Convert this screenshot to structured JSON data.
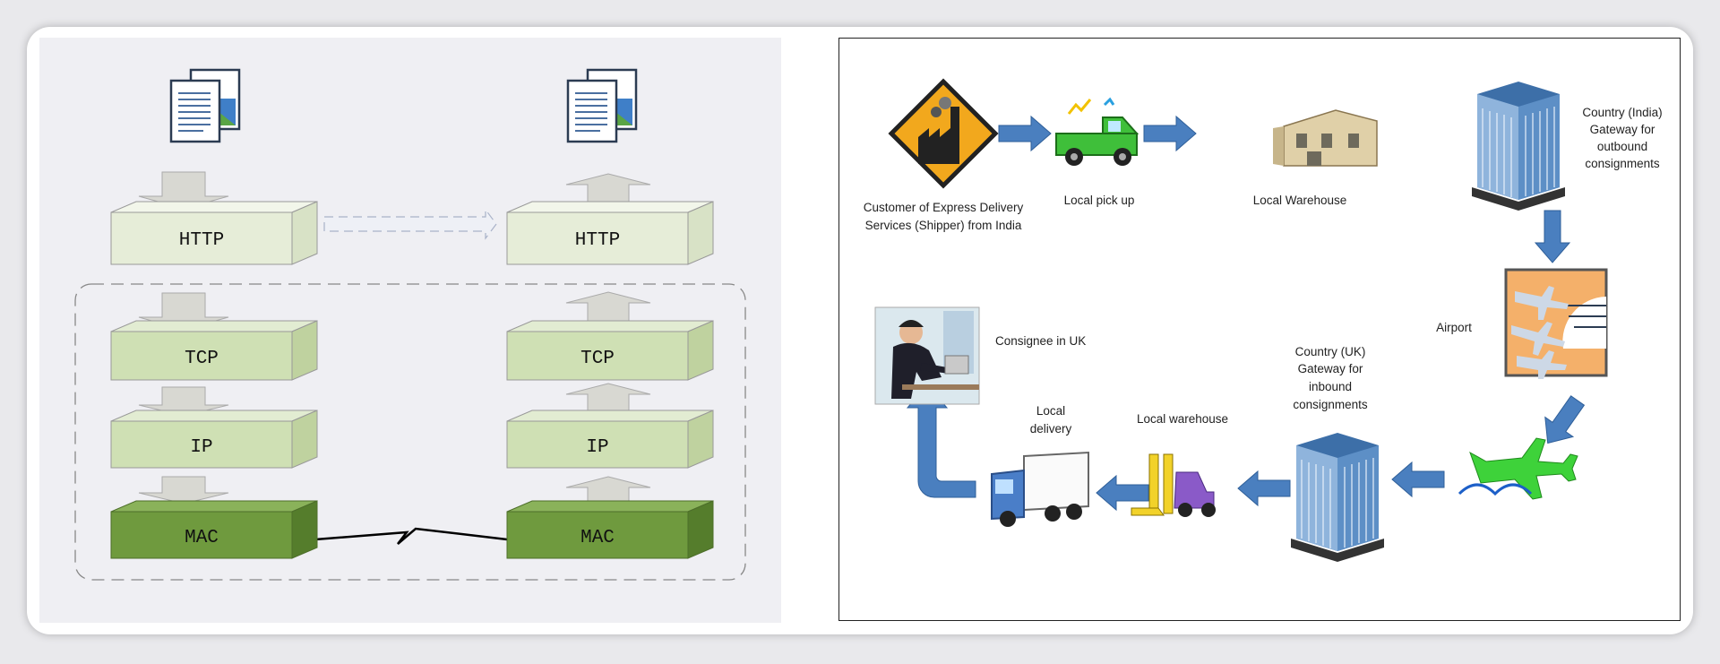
{
  "left_diagram": {
    "sender_stack": [
      "HTTP",
      "TCP",
      "IP",
      "MAC"
    ],
    "receiver_stack": [
      "HTTP",
      "TCP",
      "IP",
      "MAC"
    ]
  },
  "right_diagram": {
    "shipper": [
      "Customer of Express Delivery",
      "Services (Shipper)  from India"
    ],
    "local_pickup": "Local pick up",
    "local_warehouse_origin": "Local Warehouse",
    "india_gateway": [
      "Country (India)",
      "Gateway for",
      "outbound",
      "consignments"
    ],
    "airport": "Airport",
    "uk_gateway": [
      "Country (UK)",
      "Gateway for",
      "inbound",
      "consignments"
    ],
    "local_warehouse_dest": "Local warehouse",
    "local_delivery": [
      "Local",
      "delivery"
    ],
    "consignee": "Consignee in UK"
  },
  "colors": {
    "light_box": "#e6edd8",
    "mid_box": "#cfe0b4",
    "dark_box": "#6f9a3e",
    "flow_arrow": "#4a7fbf"
  }
}
